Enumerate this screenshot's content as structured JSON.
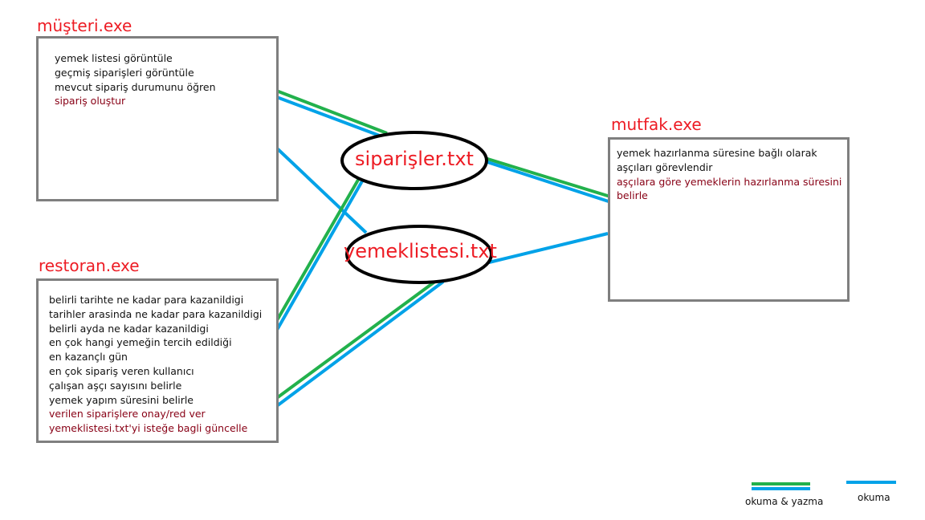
{
  "musteri": {
    "title": "müşteri.exe",
    "lines": [
      {
        "text": "yemek listesi görüntüle",
        "red": false
      },
      {
        "text": "geçmiş siparişleri görüntüle",
        "red": false
      },
      {
        "text": "mevcut sipariş durumunu öğren",
        "red": false
      },
      {
        "text": "sipariş oluştur",
        "red": true
      }
    ]
  },
  "restoran": {
    "title": "restoran.exe",
    "lines": [
      {
        "text": "belirli tarihte ne kadar para kazanildigi",
        "red": false
      },
      {
        "text": "tarihler arasinda ne kadar para kazanildigi",
        "red": false
      },
      {
        "text": "belirli ayda ne kadar kazanildigi",
        "red": false
      },
      {
        "text": "en çok hangi yemeğin tercih edildiği",
        "red": false
      },
      {
        "text": "en kazançlı gün",
        "red": false
      },
      {
        "text": "en çok sipariş veren kullanıcı",
        "red": false
      },
      {
        "text": "çalışan aşçı sayısını belirle",
        "red": false
      },
      {
        "text": "yemek yapım süresini belirle",
        "red": false
      },
      {
        "text": "verilen siparişlere onay/red ver",
        "red": true
      },
      {
        "text": "yemeklistesi.txt'yi isteğe bagli güncelle",
        "red": true
      }
    ]
  },
  "mutfak": {
    "title": "mutfak.exe",
    "lines": [
      {
        "text": "yemek hazırlanma süresine bağlı olarak",
        "red": false
      },
      {
        "text": "aşçıları görevlendir",
        "red": false
      },
      {
        "text": "aşçılara göre yemeklerin hazırlanma süresini",
        "red": true
      },
      {
        "text": "belirle",
        "red": true
      }
    ]
  },
  "files": {
    "siparisler": "siparişler.txt",
    "yemeklistesi": "yemeklistesi.txt"
  },
  "legend": {
    "read_write": "okuma & yazma",
    "read": "okuma"
  },
  "colors": {
    "read_write": "#22b14c",
    "read": "#00a2e8",
    "title": "#ed1c24",
    "highlight_text": "#880015",
    "box_border": "#7f7f7f"
  }
}
